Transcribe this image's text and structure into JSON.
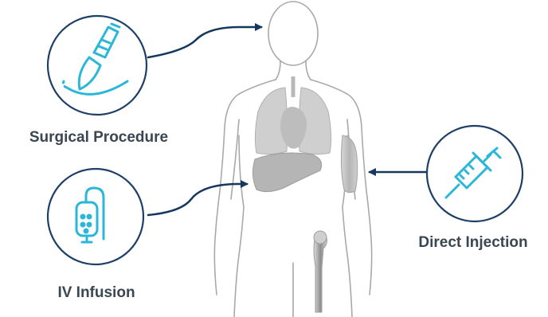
{
  "routes": [
    {
      "id": "surgical",
      "label": "Surgical Procedure",
      "icon": "scalpel-icon",
      "target": "head"
    },
    {
      "id": "iv",
      "label": "IV Infusion",
      "icon": "iv-bag-icon",
      "target": "liver"
    },
    {
      "id": "direct",
      "label": "Direct Injection",
      "icon": "syringe-icon",
      "target": "arm-muscle"
    }
  ],
  "colors": {
    "circle_stroke": "#1e3f66",
    "icon_accent": "#2ab7d8",
    "arrow": "#15385e",
    "label_text": "#3b4653",
    "body_outline": "#a9a9a9",
    "organ_fill": "#b9b9b9"
  }
}
